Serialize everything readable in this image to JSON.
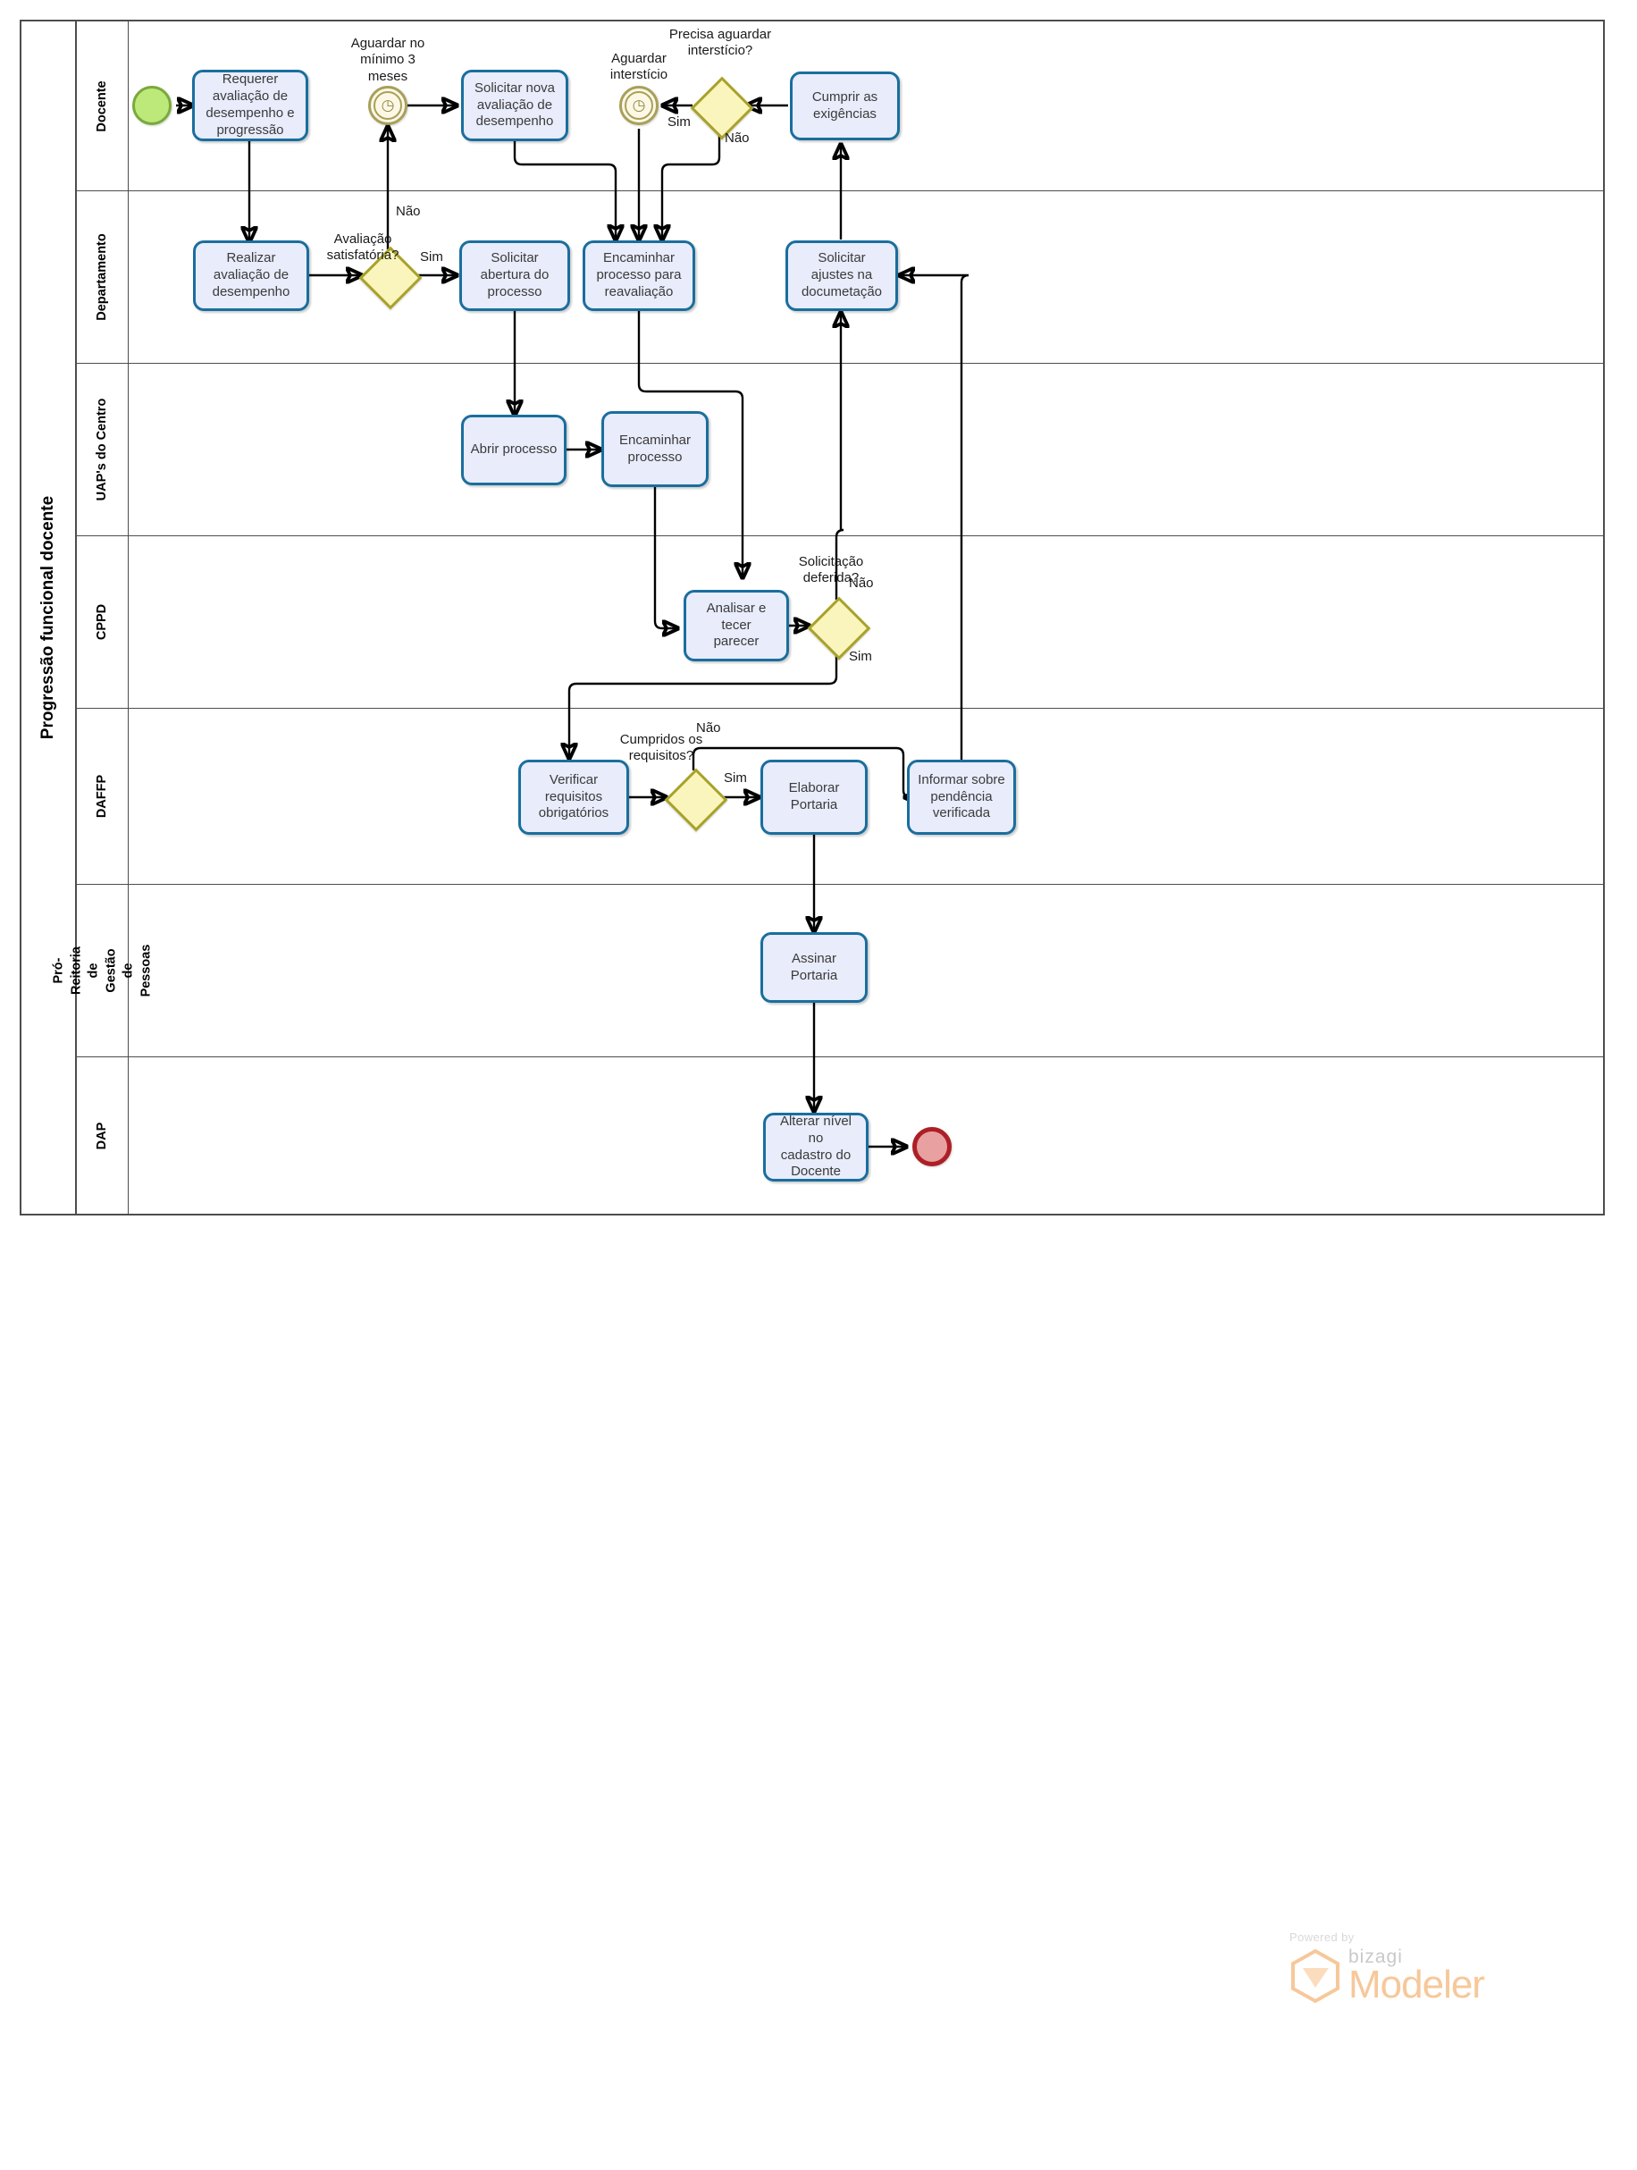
{
  "pool": {
    "title": "Progressão funcional docente"
  },
  "lanes": [
    {
      "id": "docente",
      "label": "Docente"
    },
    {
      "id": "departamento",
      "label": "Departamento"
    },
    {
      "id": "uaps",
      "label": "UAP's do Centro"
    },
    {
      "id": "cppd",
      "label": "CPPD"
    },
    {
      "id": "daffp",
      "label": "DAFFP"
    },
    {
      "id": "progep",
      "label": "Pró-Reitoria de Gestão de\nPessoas"
    },
    {
      "id": "dap",
      "label": "DAP"
    }
  ],
  "tasks": [
    {
      "id": "t1",
      "lane": "docente",
      "label": "Requerer\navaliação de\ndesempenho e\nprogressão"
    },
    {
      "id": "t2",
      "lane": "docente",
      "label": "Solicitar nova\navaliação de\ndesempenho"
    },
    {
      "id": "t3",
      "lane": "docente",
      "label": "Cumprir as\nexigências"
    },
    {
      "id": "t4",
      "lane": "departamento",
      "label": "Realizar\navaliação de\ndesempenho"
    },
    {
      "id": "t5",
      "lane": "departamento",
      "label": "Solicitar\nabertura do\nprocesso"
    },
    {
      "id": "t6",
      "lane": "departamento",
      "label": "Encaminhar\nprocesso para\nreavaliação"
    },
    {
      "id": "t7",
      "lane": "departamento",
      "label": "Solicitar\najustes na\ndocumetação"
    },
    {
      "id": "t8",
      "lane": "uaps",
      "label": "Abrir processo"
    },
    {
      "id": "t9",
      "lane": "uaps",
      "label": "Encaminhar\nprocesso"
    },
    {
      "id": "t10",
      "lane": "cppd",
      "label": "Analisar e tecer\nparecer"
    },
    {
      "id": "t11",
      "lane": "daffp",
      "label": "Verificar\nrequisitos\nobrigatórios"
    },
    {
      "id": "t12",
      "lane": "daffp",
      "label": "Elaborar Portaria"
    },
    {
      "id": "t13",
      "lane": "daffp",
      "label": "Informar sobre\npendência\nverificada"
    },
    {
      "id": "t14",
      "lane": "progep",
      "label": "Assinar Portaria"
    },
    {
      "id": "t15",
      "lane": "dap",
      "label": "Alterar nível no\ncadastro do\nDocente"
    }
  ],
  "gateways": [
    {
      "id": "g1",
      "lane": "docente",
      "label": "Precisa aguardar\ninterstício?"
    },
    {
      "id": "g2",
      "lane": "departamento",
      "label": "Avaliação\nsatisfatória?"
    },
    {
      "id": "g3",
      "lane": "cppd",
      "label": "Solicitação\ndeferida?"
    },
    {
      "id": "g4",
      "lane": "daffp",
      "label": "Cumpridos os\nrequisitos?"
    }
  ],
  "events": [
    {
      "id": "e-start",
      "type": "start",
      "lane": "docente",
      "label": ""
    },
    {
      "id": "e-timer1",
      "type": "timer",
      "lane": "docente",
      "label": "Aguardar no\nmínimo 3\nmeses"
    },
    {
      "id": "e-timer2",
      "type": "timer",
      "lane": "docente",
      "label": "Aguardar\ninterstício"
    },
    {
      "id": "e-end",
      "type": "end",
      "lane": "dap",
      "label": ""
    }
  ],
  "flow_labels": [
    {
      "id": "fl-nao-aval",
      "text": "Não"
    },
    {
      "id": "fl-sim-aval",
      "text": "Sim"
    },
    {
      "id": "fl-sim-inter",
      "text": "Sim"
    },
    {
      "id": "fl-nao-inter",
      "text": "Não"
    },
    {
      "id": "fl-nao-defer",
      "text": "Não"
    },
    {
      "id": "fl-sim-defer",
      "text": "Sim"
    },
    {
      "id": "fl-nao-req",
      "text": "Não"
    },
    {
      "id": "fl-sim-req",
      "text": "Sim"
    }
  ],
  "branding": {
    "powered_by": "Powered by",
    "brand": "bizagi",
    "product": "Modeler"
  },
  "colors": {
    "task_fill": "#e8ecfb",
    "task_border": "#1a6e9e",
    "gateway_fill": "#faf5bd",
    "gateway_border": "#a8a22a",
    "start_fill": "#bde87a",
    "start_border": "#7aa93c",
    "end_fill": "#e8a0a0",
    "end_border": "#ad1f26",
    "timer_fill": "#fdf8e6",
    "timer_border": "#a8a05a",
    "lane_border": "#4d4d4d",
    "brand_orange": "#f6c89a"
  }
}
